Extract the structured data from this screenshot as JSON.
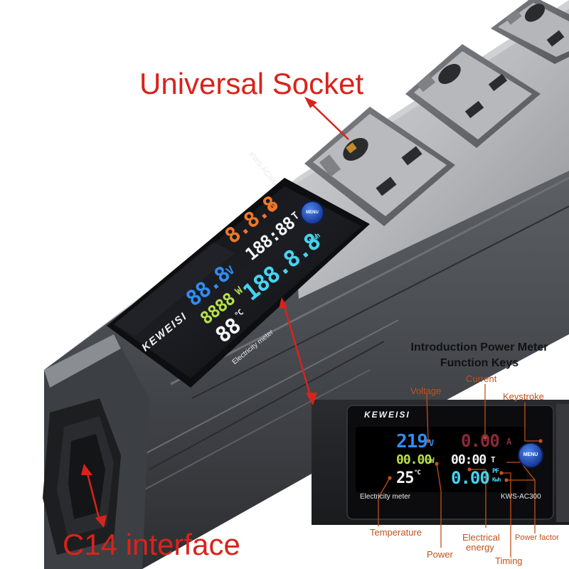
{
  "labels": {
    "universal_socket": "Universal Socket",
    "c14_interface": "C14 interface"
  },
  "intro": {
    "line1": "Introduction Power Meter",
    "line2": "Function Keys"
  },
  "callouts": {
    "voltage": "Voltage",
    "current": "Current",
    "keystroke": "Keystroke",
    "temperature": "Temperature",
    "power": "Power",
    "electrical_energy_1": "Electrical",
    "electrical_energy_2": "energy",
    "timing": "Timing",
    "power_factor": "Power factor"
  },
  "main_meter": {
    "brand": "KEWEISI",
    "model": "KWS-AC300",
    "footer": "Electricity meter",
    "button": "MENU",
    "volt": "88.8",
    "volt_unit": "V",
    "amp": "8.8.8",
    "amp_unit": "A",
    "watt": "8888",
    "watt_unit": "W",
    "timer": "188:88",
    "timer_unit": "T",
    "temp": "88",
    "temp_unit": "°C",
    "energy": "188.8.8",
    "energy_unit": "Kwh"
  },
  "inset_meter": {
    "brand": "KEWEISI",
    "model": "KWS-AC300",
    "footer": "Electricity meter",
    "button": "MENU",
    "volt": "219",
    "volt_unit": "V",
    "amp": "0.00",
    "amp_unit": "A",
    "watt": "00.00",
    "watt_unit": "W",
    "timer": "00:00",
    "timer_unit": "T",
    "temp": "25",
    "temp_unit": "°C",
    "energy": "0.00",
    "pf_unit": "PF",
    "energy_unit": "Kwh"
  },
  "colors": {
    "label_red": "#d8231c",
    "callout_orange": "#c0521a",
    "seg_blue": "#2f8df0",
    "seg_orange": "#f0772a",
    "seg_green": "#b8e04a",
    "seg_cyan": "#46d4f0",
    "seg_white": "#f4f4f4"
  }
}
